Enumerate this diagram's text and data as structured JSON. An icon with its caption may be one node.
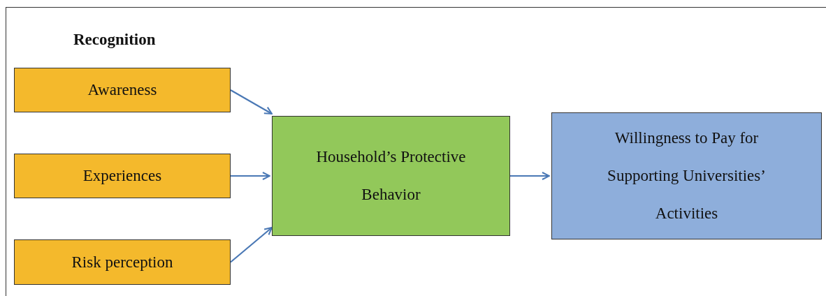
{
  "diagram": {
    "nodes": [
      {
        "text": [
          "Awareness"
        ]
      },
      {
        "text": [
          "Experiences"
        ]
      },
      {
        "text": [
          "Risk perception"
        ]
      },
      {
        "text": [
          "Household’s Protective Behavior"
        ]
      },
      {
        "text": [
          "Willingness to Pay for Supporting Universities’ Activities"
        ]
      }
    ],
    "edges": [
      {
        "from": 0,
        "to": 3,
        "arrow": "to"
      },
      {
        "from": 1,
        "to": 3,
        "arrow": "to"
      },
      {
        "from": 2,
        "to": 3,
        "arrow": "to"
      },
      {
        "from": 3,
        "to": 4,
        "arrow": "to"
      }
    ],
    "labels": [
      "Recognition"
    ]
  }
}
